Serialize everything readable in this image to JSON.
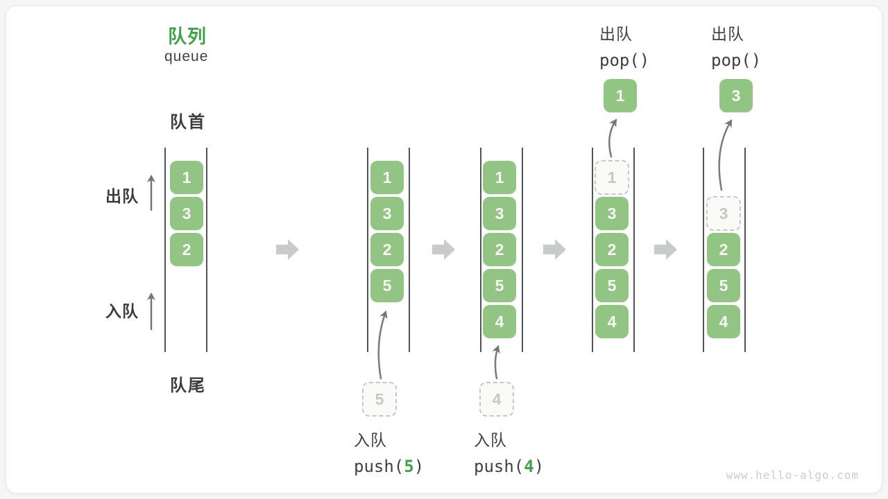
{
  "title": {
    "zh": "队列",
    "en": "queue"
  },
  "side_labels": {
    "front": "队首",
    "rear": "队尾",
    "dequeue": "出队",
    "enqueue": "入队"
  },
  "colors": {
    "accent_green": "#41a24a",
    "element_green": "#92c584",
    "wall_gray": "#4f5355",
    "arrow_gray": "#7c7e7e",
    "block_arrow_gray": "#c9cbca",
    "dashed_gray": "#c8c8c8",
    "text_dark": "#3e4042"
  },
  "states": [
    {
      "cells": [
        "1",
        "3",
        "2"
      ]
    },
    {
      "cells": [
        "1",
        "3",
        "2",
        "5"
      ]
    },
    {
      "cells": [
        "1",
        "3",
        "2",
        "5",
        "4"
      ]
    },
    {
      "removed": "1",
      "cells": [
        "3",
        "2",
        "5",
        "4"
      ]
    },
    {
      "removed": "3",
      "cells": [
        "2",
        "5",
        "4"
      ]
    }
  ],
  "operations": {
    "push1": {
      "label": "入队",
      "fn": "push(",
      "arg": "5",
      "close": ")",
      "staged": "5"
    },
    "push2": {
      "label": "入队",
      "fn": "push(",
      "arg": "4",
      "close": ")",
      "staged": "4"
    },
    "pop1": {
      "label": "出队",
      "code": "pop()",
      "result": "1"
    },
    "pop2": {
      "label": "出队",
      "code": "pop()",
      "result": "3"
    }
  },
  "watermark": "www.hello-algo.com"
}
